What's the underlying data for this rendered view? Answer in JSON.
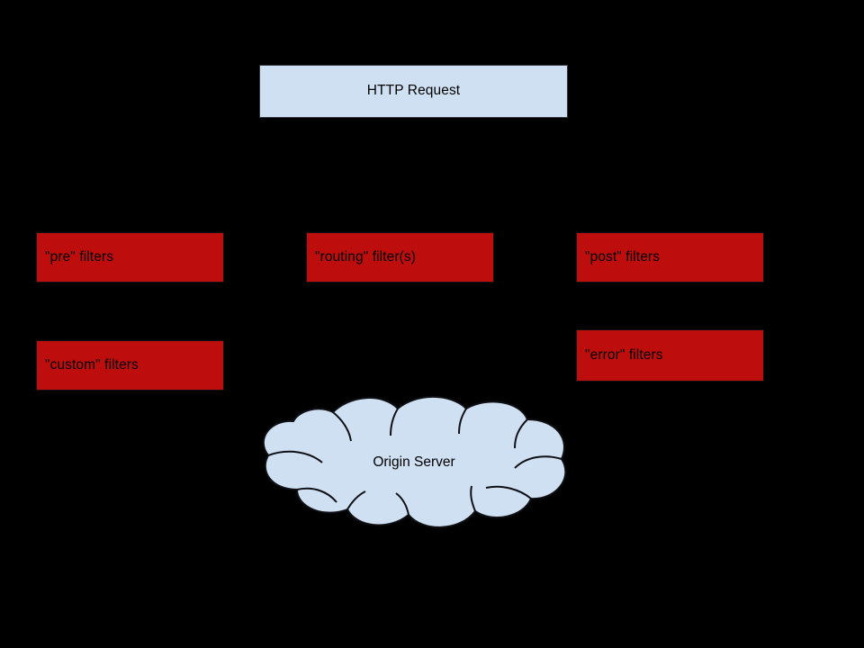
{
  "diagram": {
    "background_color": "#000000",
    "accent_blue": "#CEE0F2",
    "accent_red": "#BD0D0D",
    "edge_color": "#000000",
    "nodes": {
      "http_request": {
        "label": "HTTP Request",
        "shape": "rectangle",
        "fill": "#CEE0F2"
      },
      "pre_filters": {
        "label": "\"pre\" filters",
        "shape": "rectangle",
        "fill": "#BD0D0D"
      },
      "routing_filters": {
        "label": "\"routing\" filter(s)",
        "shape": "rectangle",
        "fill": "#BD0D0D"
      },
      "post_filters": {
        "label": "\"post\" filters",
        "shape": "rectangle",
        "fill": "#BD0D0D"
      },
      "custom_filters": {
        "label": "\"custom\" filters",
        "shape": "rectangle",
        "fill": "#BD0D0D"
      },
      "error_filters": {
        "label": "\"error\" filters",
        "shape": "rectangle",
        "fill": "#BD0D0D"
      },
      "origin_server": {
        "label": "Origin Server",
        "shape": "cloud",
        "fill": "#CEE0F2"
      }
    }
  }
}
